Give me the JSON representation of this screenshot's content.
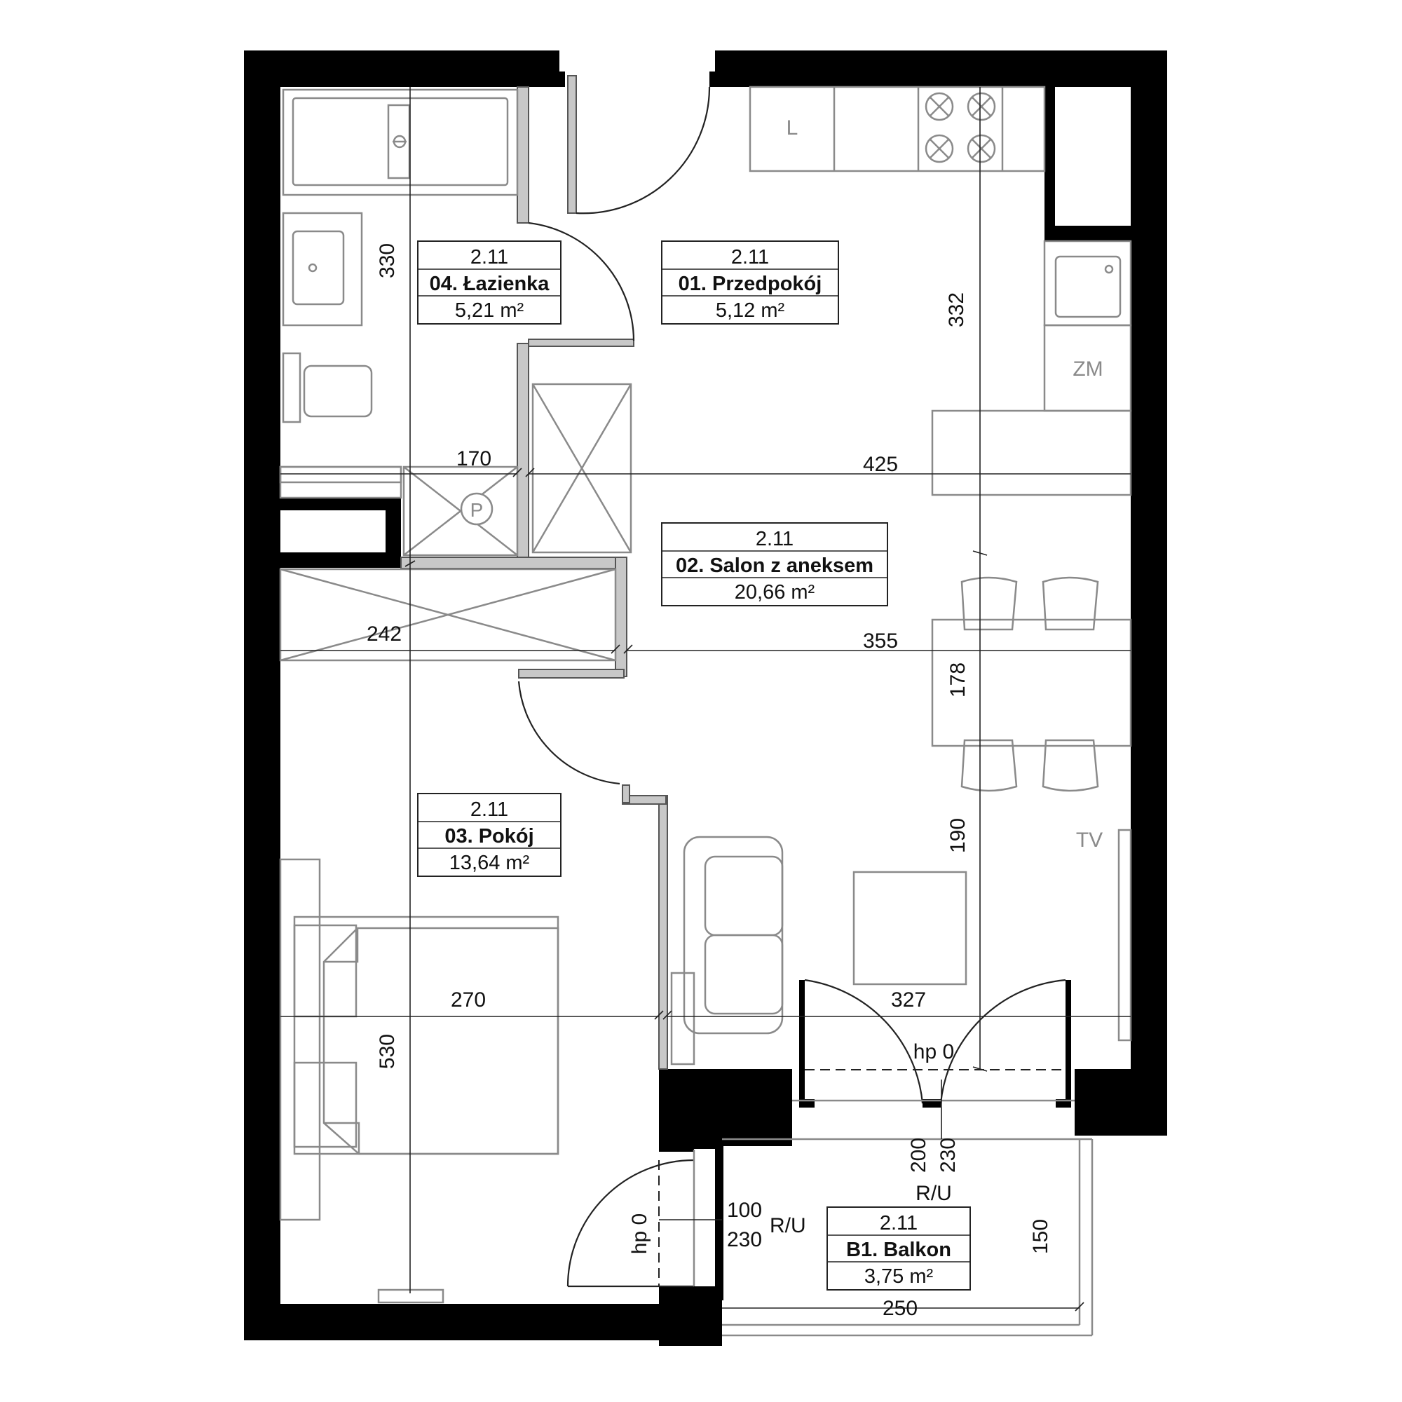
{
  "rooms": {
    "bathroom": {
      "number": "2.11",
      "name": "04. Łazienka",
      "area": "5,21 m²"
    },
    "hall": {
      "number": "2.11",
      "name": "01. Przedpokój",
      "area": "5,12 m²"
    },
    "salon": {
      "number": "2.11",
      "name": "02. Salon z aneksem",
      "area": "20,66 m²"
    },
    "bedroom": {
      "number": "2.11",
      "name": "03. Pokój",
      "area": "13,64 m²"
    },
    "balcony": {
      "number": "2.11",
      "name": "B1. Balkon",
      "area": "3,75 m²"
    }
  },
  "dimensions": {
    "d330": "330",
    "d332": "332",
    "d170": "170",
    "d425": "425",
    "d242": "242",
    "d355": "355",
    "d178": "178",
    "d190": "190",
    "d270": "270",
    "d327": "327",
    "d530": "530",
    "d150": "150",
    "d250": "250"
  },
  "openings": {
    "hp_main": "hp 0",
    "hp_bed": "hp 0",
    "main_w": "200",
    "main_h": "230",
    "main_type": "R/U",
    "bed_w": "100",
    "bed_h": "230",
    "bed_type": "R/U"
  },
  "fixtures": {
    "fridge": "L",
    "washer": "ZM",
    "tv": "TV",
    "shower": "P"
  }
}
